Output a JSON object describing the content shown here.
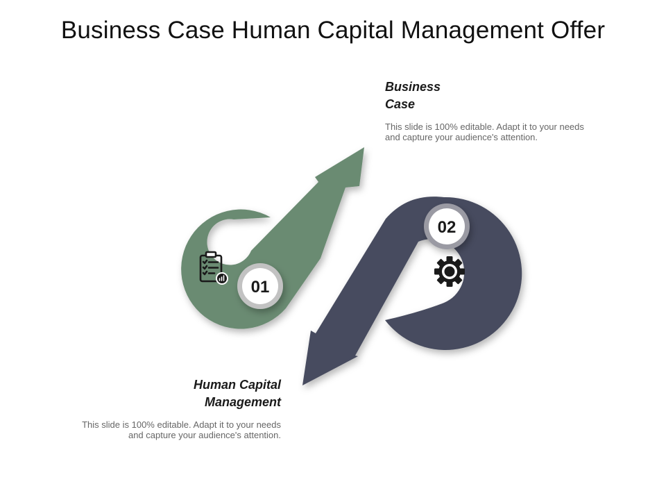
{
  "title": "Business Case Human Capital Management Offer",
  "colors": {
    "green": "#6b8b72",
    "navy": "#474c5e",
    "badge_ring": "#b3b3b3",
    "badge_ring_dark": "#8e8e96",
    "icon": "#1a1a1a"
  },
  "items": [
    {
      "number": "01",
      "heading": "Business\nCase",
      "body": "This slide is 100% editable. Adapt it to your needs and capture your audience's attention.",
      "icon": "clipboard-checklist-icon"
    },
    {
      "number": "02",
      "heading": "Human Capital\nManagement",
      "body": "This slide is 100% editable. Adapt it to your needs and capture your audience's attention.",
      "icon": "gear-icon"
    }
  ]
}
